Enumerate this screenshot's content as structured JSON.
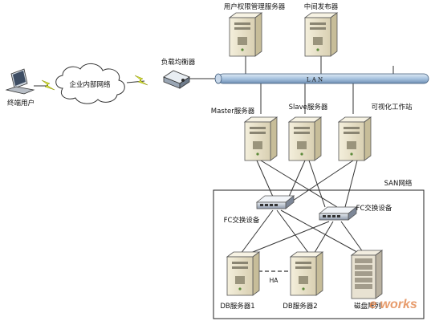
{
  "labels": {
    "user_admin_server": "用户权限管理服务器",
    "middle_publish_server": "中间发布器",
    "load_balancer": "负载均衡器",
    "lan": "L A N",
    "enterprise_network": "企业内部网络",
    "terminal_user": "终端用户",
    "master_server": "Master服务器",
    "slave_server": "Slave服务器",
    "visual_workstation": "可视化工作站",
    "san_network": "SAN网络",
    "fc_switch_left": "FC交换设备",
    "fc_switch_right": "FC交换设备",
    "ha": "HA",
    "db_server_1": "DB服务器1",
    "db_server_2": "DB服务器2",
    "disk_array": "磁盘阵列",
    "watermark": "e works"
  },
  "colors": {
    "lan_bar": "#a9c4e0",
    "server_body": "#ece6cf",
    "server_side": "#cfc6a6",
    "lightning": "#d7e23a",
    "watermark": "#e07a3a"
  }
}
